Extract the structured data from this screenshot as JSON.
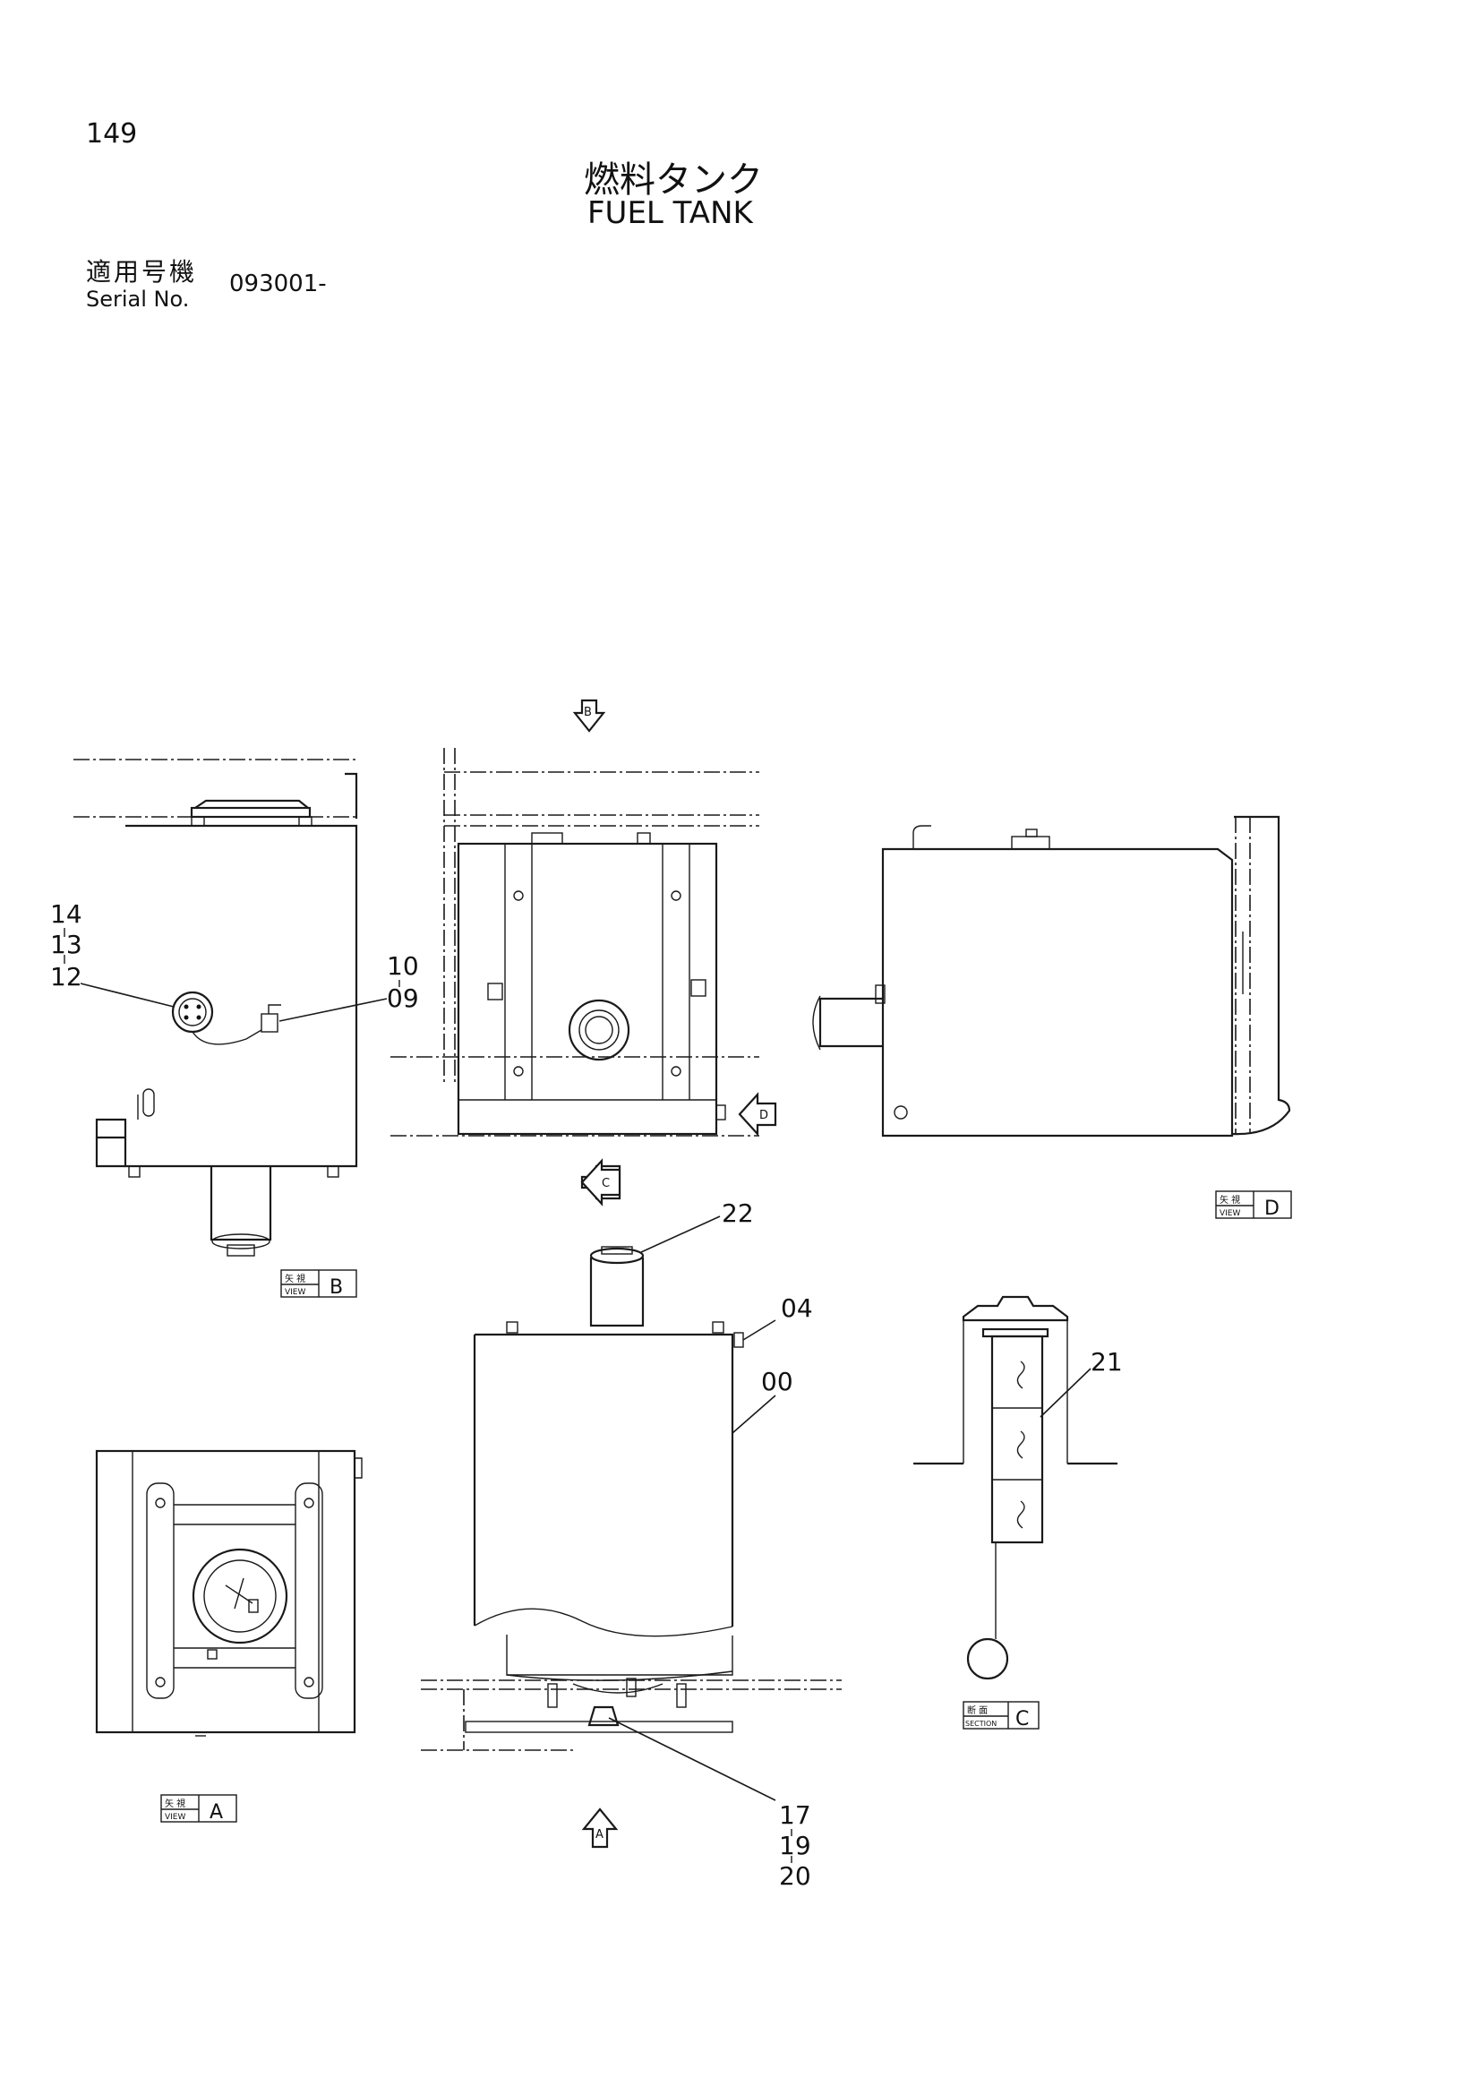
{
  "header": {
    "page_number": "149",
    "title_jp": "燃料タンク",
    "title_en": "FUEL TANK",
    "serial_label_jp": "適用号機",
    "serial_label_en": "Serial No.",
    "serial_range": "093001-"
  },
  "callouts": {
    "c14": "14",
    "c13": "13",
    "c12": "12",
    "c10": "10",
    "c09": "09",
    "c22": "22",
    "c04": "04",
    "c00": "00",
    "c21": "21",
    "c17": "17",
    "c19": "19",
    "c20": "20"
  },
  "view_arrows": {
    "b": "B",
    "c": "C",
    "d": "D",
    "a": "A"
  },
  "view_labels": {
    "view_b": {
      "jp": "矢 視",
      "en": "VIEW",
      "letter": "B"
    },
    "view_d": {
      "jp": "矢 視",
      "en": "VIEW",
      "letter": "D"
    },
    "view_a": {
      "jp": "矢 視",
      "en": "VIEW",
      "letter": "A"
    },
    "section_c": {
      "jp": "断 面",
      "en": "SECTION",
      "letter": "C"
    }
  }
}
